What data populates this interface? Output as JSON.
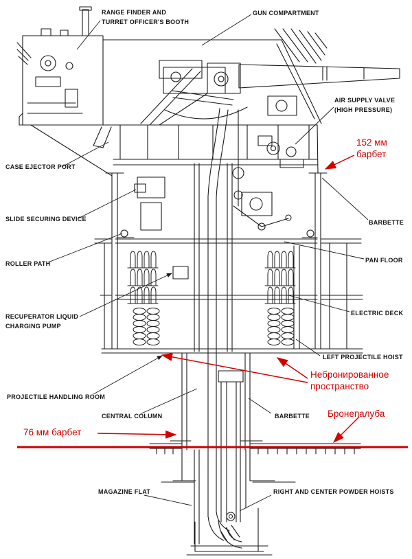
{
  "title": "Naval gun turret cutaway diagram",
  "colors": {
    "background": "#ffffff",
    "ink": "#1a1a1a",
    "annotation_red": "#d40000",
    "deck_line_red": "#cc0000"
  },
  "labels": {
    "range_finder": "RANGE FINDER AND\nTURRET OFFICER'S BOOTH",
    "gun_compartment": "GUN COMPARTMENT",
    "air_supply_valve": "AIR SUPPLY VALVE\n(HIGH PRESSURE)",
    "case_ejector_port": "CASE EJECTOR PORT",
    "slide_securing_device": "SLIDE SECURING DEVICE",
    "roller_path": "ROLLER PATH",
    "recuperator_pump": "RECUPERATOR LIQUID\nCHARGING PUMP",
    "projectile_handling_room": "PROJECTILE HANDLING ROOM",
    "central_column": "CENTRAL COLUMN",
    "magazine_flat": "MAGAZINE FLAT",
    "barbette_upper": "BARBETTE",
    "pan_floor": "PAN FLOOR",
    "electric_deck": "ELECTRIC DECK",
    "left_projectile_hoist": "LEFT PROJECTILE HOIST",
    "barbette_lower": "BARBETTE",
    "powder_hoists": "RIGHT AND CENTER POWDER HOISTS",
    "barbette_152_ru": "152 мм\nбарбет",
    "unarmored_space_ru": "Небронированное\nпространство",
    "armored_deck_ru": "Бронепалуба",
    "barbette_76_ru": "76 мм барбет"
  }
}
